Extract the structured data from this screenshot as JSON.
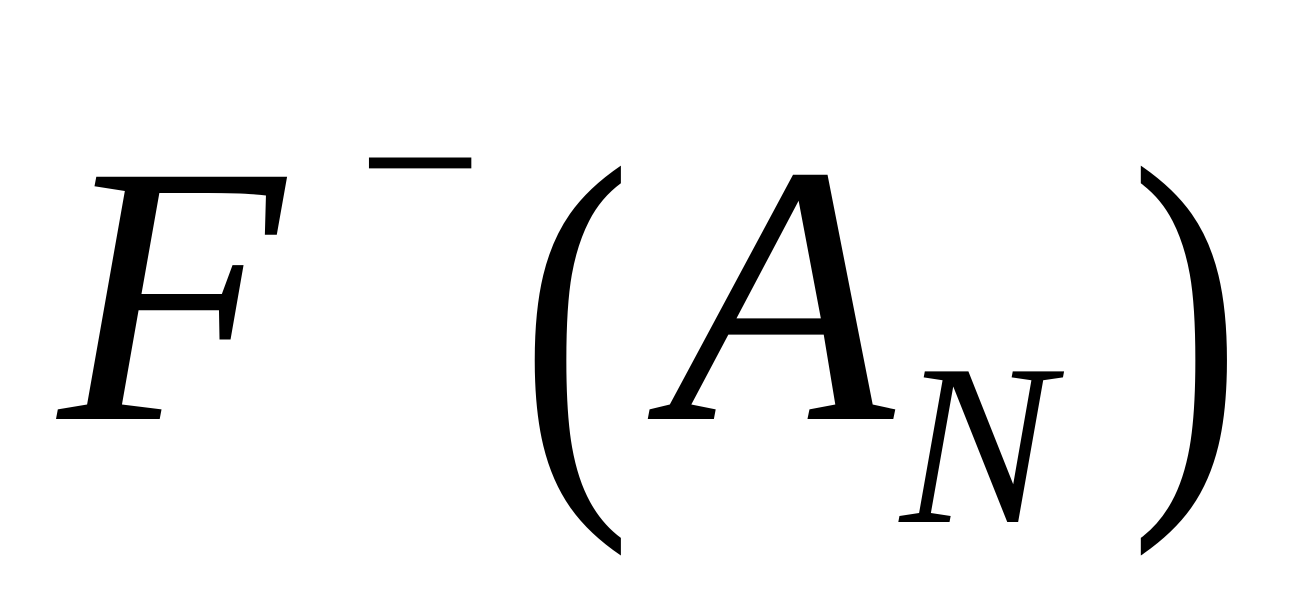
{
  "formula": {
    "base": "F",
    "superscript": "−",
    "open_paren": "(",
    "argument": "A",
    "subscript": "N",
    "close_paren": ")"
  },
  "colors": {
    "background": "#ffffff",
    "text": "#000000"
  }
}
